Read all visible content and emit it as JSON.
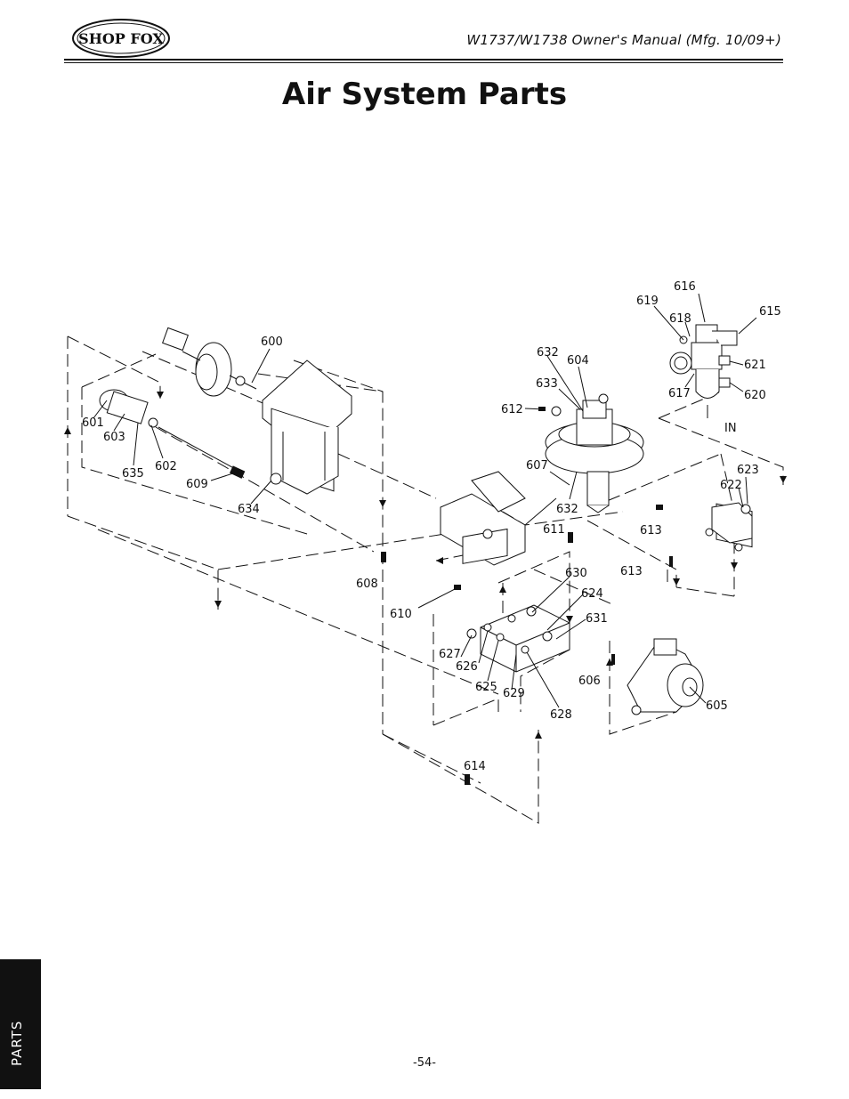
{
  "header": {
    "logo_text": "SHOP FOX",
    "manual_title": "W1737/W1738 Owner's Manual (Mfg. 10/09+)"
  },
  "page_title": "Air System Parts",
  "callouts": [
    {
      "id": "c600",
      "label": "600"
    },
    {
      "id": "c601",
      "label": "601"
    },
    {
      "id": "c602",
      "label": "602"
    },
    {
      "id": "c603",
      "label": "603"
    },
    {
      "id": "c604",
      "label": "604"
    },
    {
      "id": "c605",
      "label": "605"
    },
    {
      "id": "c606",
      "label": "606"
    },
    {
      "id": "c607",
      "label": "607"
    },
    {
      "id": "c608",
      "label": "608"
    },
    {
      "id": "c609",
      "label": "609"
    },
    {
      "id": "c610",
      "label": "610"
    },
    {
      "id": "c611",
      "label": "611"
    },
    {
      "id": "c612",
      "label": "612"
    },
    {
      "id": "c613a",
      "label": "613"
    },
    {
      "id": "c613b",
      "label": "613"
    },
    {
      "id": "c614",
      "label": "614"
    },
    {
      "id": "c615",
      "label": "615"
    },
    {
      "id": "c616",
      "label": "616"
    },
    {
      "id": "c617",
      "label": "617"
    },
    {
      "id": "c618",
      "label": "618"
    },
    {
      "id": "c619",
      "label": "619"
    },
    {
      "id": "c620",
      "label": "620"
    },
    {
      "id": "c621",
      "label": "621"
    },
    {
      "id": "c622",
      "label": "622"
    },
    {
      "id": "c623",
      "label": "623"
    },
    {
      "id": "c624",
      "label": "624"
    },
    {
      "id": "c625",
      "label": "625"
    },
    {
      "id": "c626",
      "label": "626"
    },
    {
      "id": "c627",
      "label": "627"
    },
    {
      "id": "c628",
      "label": "628"
    },
    {
      "id": "c629",
      "label": "629"
    },
    {
      "id": "c630",
      "label": "630"
    },
    {
      "id": "c631",
      "label": "631"
    },
    {
      "id": "c632a",
      "label": "632"
    },
    {
      "id": "c632b",
      "label": "632"
    },
    {
      "id": "c633",
      "label": "633"
    },
    {
      "id": "c634",
      "label": "634"
    },
    {
      "id": "c635",
      "label": "635"
    },
    {
      "id": "cin",
      "label": "IN"
    }
  ],
  "side_tab": "PARTS",
  "page_number": "-54-"
}
